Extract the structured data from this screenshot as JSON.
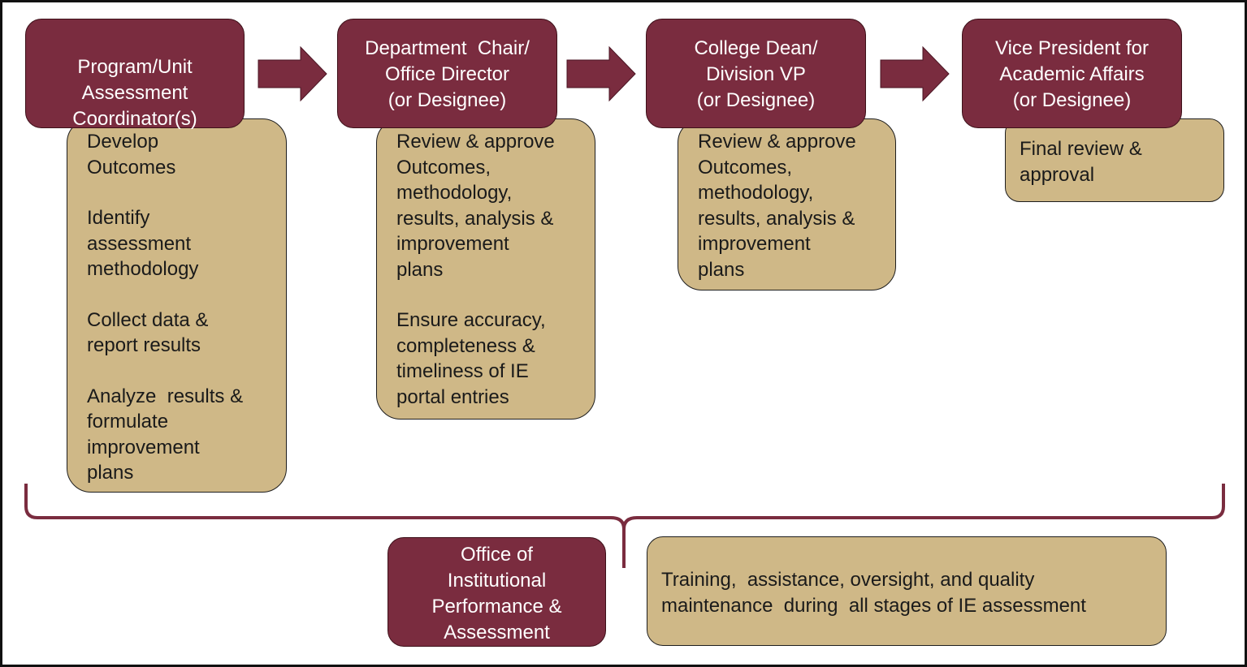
{
  "colors": {
    "role_fill": "#7a2c3f",
    "task_fill": "#cfb887",
    "arrow": "#7a2c3f",
    "brace": "#7a2c3f"
  },
  "roles": [
    {
      "lines": [
        "Program/Unit",
        "Assessment",
        "Coordinator(s)"
      ]
    },
    {
      "lines": [
        "Department  Chair/",
        "Office Director",
        "(or Designee)"
      ]
    },
    {
      "lines": [
        "College Dean/",
        "Division VP",
        "(or Designee)"
      ]
    },
    {
      "lines": [
        "Vice President for",
        "Academic Affairs",
        "(or Designee)"
      ]
    }
  ],
  "tasks": [
    {
      "paragraphs": [
        [
          "Develop",
          "Outcomes"
        ],
        [
          "Identify",
          "assessment",
          "methodology"
        ],
        [
          "Collect data &",
          "report results"
        ],
        [
          "Analyze  results &",
          "formulate",
          "improvement",
          "plans"
        ]
      ]
    },
    {
      "paragraphs": [
        [
          "Review & approve",
          "Outcomes,",
          "methodology,",
          "results, analysis &",
          "improvement",
          "plans"
        ],
        [
          "Ensure accuracy,",
          "completeness &",
          "timeliness of IE",
          "portal entries"
        ]
      ]
    },
    {
      "paragraphs": [
        [
          "Review & approve",
          "Outcomes,",
          "methodology,",
          "results, analysis &",
          "improvement",
          "plans"
        ]
      ]
    },
    {
      "paragraphs": [
        [
          "Final review &",
          "approval"
        ]
      ]
    }
  ],
  "office": {
    "lines": [
      "Office of",
      "Institutional",
      "Performance &",
      "Assessment"
    ]
  },
  "office_task": {
    "lines": [
      "Training,  assistance, oversight, and quality",
      "maintenance  during  all stages of IE assessment"
    ]
  }
}
